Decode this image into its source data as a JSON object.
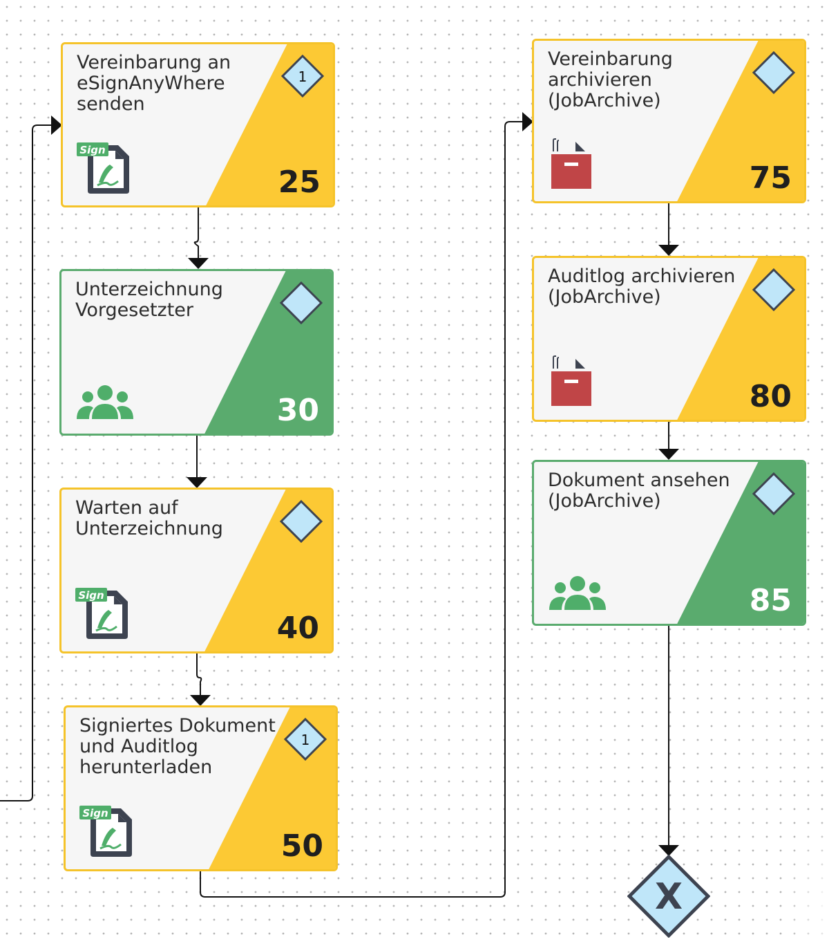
{
  "colors": {
    "yellow": "#fcc934",
    "yellow_border": "#f5c32a",
    "green": "#5aab6e",
    "diamond_fill": "#bfe6f9",
    "diamond_stroke": "#3d4350",
    "archive_red": "#c04547",
    "text": "#2c2c2c"
  },
  "steps": [
    {
      "id": "25",
      "title": "Vereinbarung an\neSignAnyWhere\nsenden",
      "badge": "1",
      "color": "yellow",
      "icon": "esign-document-icon"
    },
    {
      "id": "30",
      "title": "Unterzeichnung\nVorgesetzter",
      "badge": "",
      "color": "green",
      "icon": "user-group-icon"
    },
    {
      "id": "40",
      "title": "Warten auf\nUnterzeichnung",
      "badge": "",
      "color": "yellow",
      "icon": "esign-document-icon"
    },
    {
      "id": "50",
      "title": "Signiertes Dokument\nund Auditlog\nherunterladen",
      "badge": "1",
      "color": "yellow",
      "icon": "esign-document-icon"
    },
    {
      "id": "75",
      "title": "Vereinbarung\narchivieren\n(JobArchive)",
      "badge": "",
      "color": "yellow",
      "icon": "archive-box-icon"
    },
    {
      "id": "80",
      "title": "Auditlog archivieren\n(JobArchive)",
      "badge": "",
      "color": "yellow",
      "icon": "archive-box-icon"
    },
    {
      "id": "85",
      "title": "Dokument ansehen\n(JobArchive)",
      "badge": "",
      "color": "green",
      "icon": "user-group-icon"
    }
  ],
  "gateway": {
    "label": "X",
    "type": "exclusive-gateway"
  },
  "esign_icon_label": "Sign"
}
